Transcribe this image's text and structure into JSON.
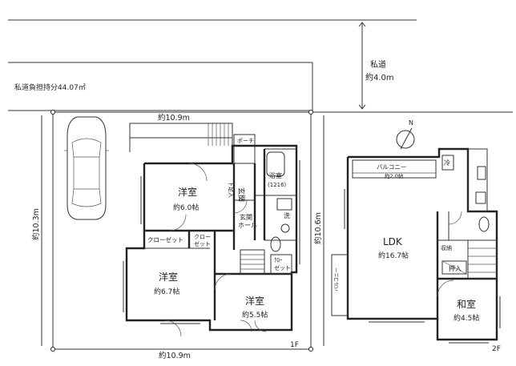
{
  "labels": {
    "private_road": "私道",
    "private_road_width": "約4.0m",
    "private_road_share": "私道負担持分44.07㎡",
    "frontage_top": "約10.9m",
    "frontage_bottom": "約10.9m",
    "depth_left": "約10.3m",
    "depth_right": "約10.6m"
  },
  "rooms_1f": {
    "western1": "洋室",
    "western1_size": "約6.0帖",
    "western2": "洋室",
    "western2_size": "約6.7帖",
    "western3": "洋室",
    "western3_size": "約5.5帖",
    "closet": "クローゼット",
    "closet2_a": "クロー",
    "closet2_b": "ゼット",
    "entrance": "玄関",
    "entrance_hall_a": "玄関",
    "entrance_hall_b": "ホール",
    "bath": "浴室",
    "bath_size": "(1216)",
    "shoes": "下足入",
    "porch": "ポーチ",
    "washroom": "洗",
    "closet3_a": "ｸﾛｰ",
    "closet3_b": "ゼット",
    "floor": "1F"
  },
  "rooms_2f": {
    "ldk": "LDK",
    "ldk_size": "約16.7帖",
    "balcony": "バルコニー",
    "balcony_size": "約2.0帖",
    "balcony_side": "バルコニー",
    "japanese": "和室",
    "japanese_size": "約4.5帖",
    "oshiire": "押入",
    "storage": "収納",
    "fridge": "冷",
    "floor": "2F"
  }
}
